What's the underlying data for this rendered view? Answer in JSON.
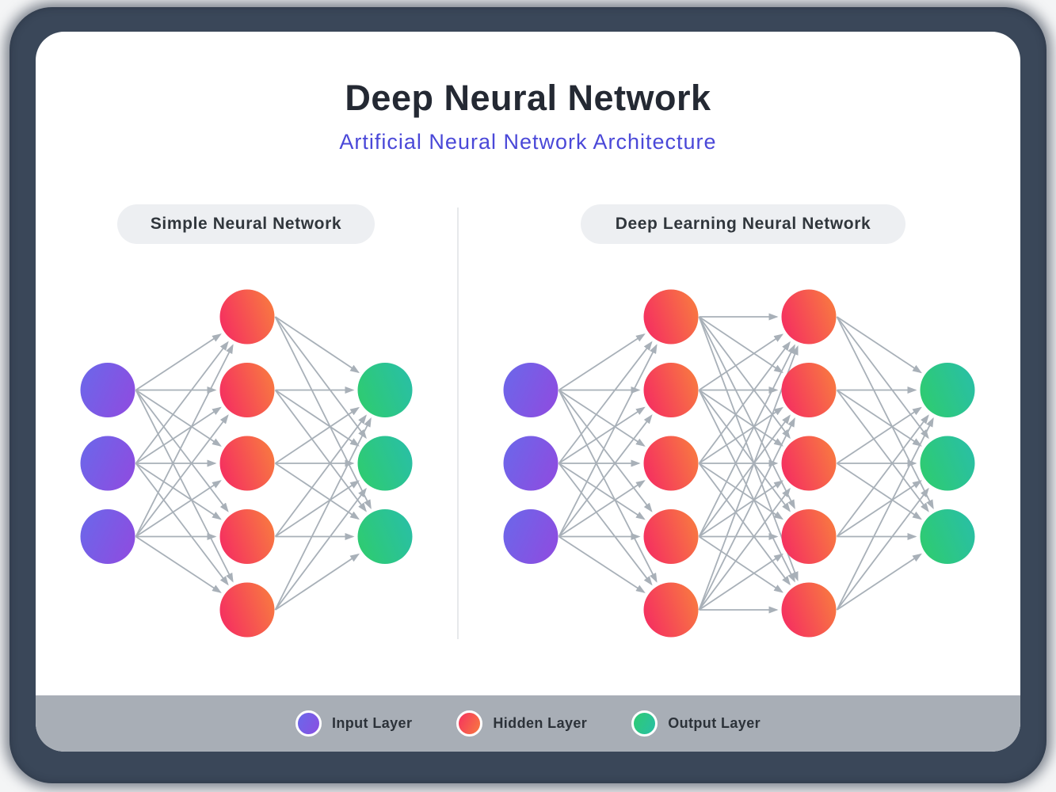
{
  "header": {
    "title": "Deep Neural Network",
    "subtitle": "Artificial Neural Network Architecture"
  },
  "panels": [
    {
      "label": "Simple Neural Network",
      "layers": [
        {
          "type": "input",
          "count": 3
        },
        {
          "type": "hidden",
          "count": 5
        },
        {
          "type": "output",
          "count": 3
        }
      ]
    },
    {
      "label": "Deep Learning Neural Network",
      "layers": [
        {
          "type": "input",
          "count": 3
        },
        {
          "type": "hidden",
          "count": 5
        },
        {
          "type": "hidden",
          "count": 5
        },
        {
          "type": "output",
          "count": 3
        }
      ]
    }
  ],
  "legend": {
    "items": [
      {
        "label": "Input Layer",
        "type": "input"
      },
      {
        "label": "Hidden Layer",
        "type": "hidden"
      },
      {
        "label": "Output Layer",
        "type": "output"
      }
    ]
  },
  "node_colors": {
    "input": {
      "from": "#6a68ea",
      "to": "#8a4fe1"
    },
    "hidden": {
      "from": "#f5325f",
      "to": "#f87b40"
    },
    "output": {
      "from": "#2ecb72",
      "to": "#29bfa6"
    }
  },
  "colors": {
    "arrow": "#a8b0b8",
    "legend_bar": "#a8aeb6",
    "frame": "#3a4759",
    "card_bg": "#ffffff",
    "pill_bg": "#edeff2",
    "title": "#242933",
    "subtitle": "#4a48d8",
    "divider": "#e7e9eb"
  }
}
